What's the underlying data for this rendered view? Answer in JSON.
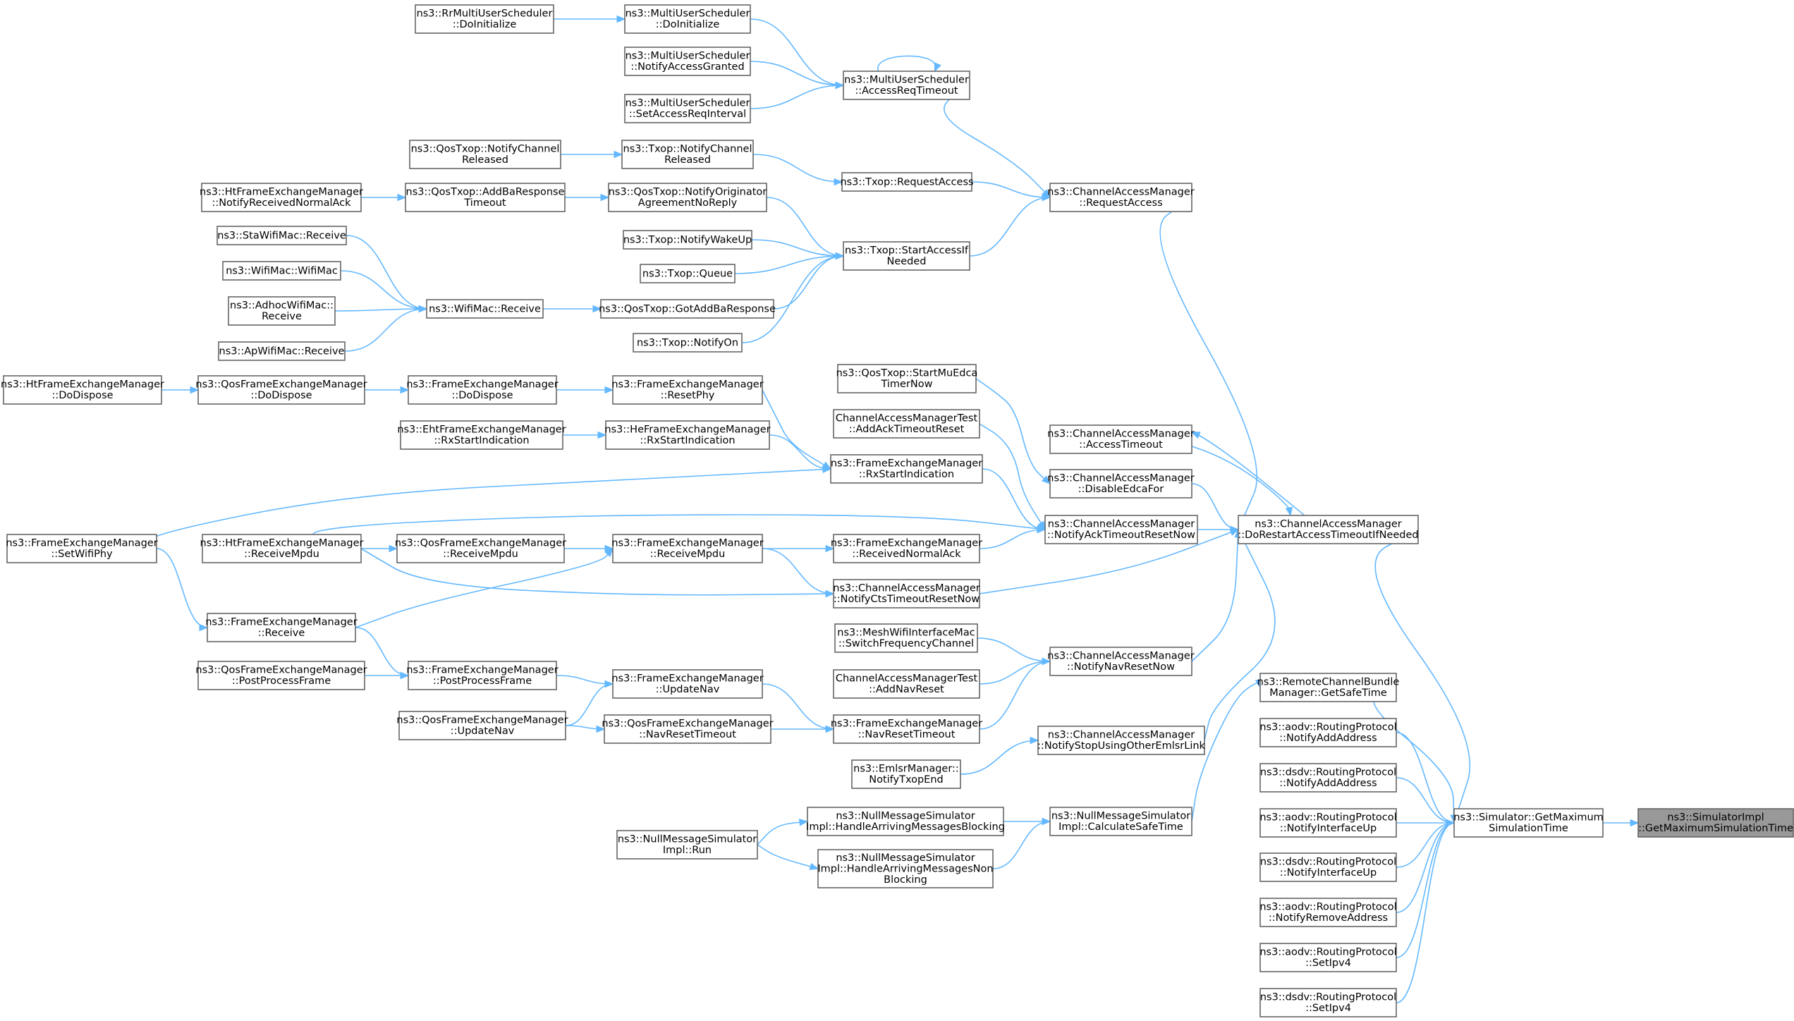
{
  "diagram": {
    "nodes": [
      {
        "id": "root",
        "lines": [
          "ns3::SimulatorImpl",
          "::GetMaximumSimulationTime"
        ],
        "highlighted": true
      },
      {
        "id": "sim_getmax",
        "lines": [
          "ns3::Simulator::GetMaximum",
          "SimulationTime"
        ]
      },
      {
        "id": "remote_safe",
        "lines": [
          "ns3::RemoteChannelBundle",
          "Manager::GetSafeTime"
        ]
      },
      {
        "id": "aodv_addaddr",
        "lines": [
          "ns3::aodv::RoutingProtocol",
          "::NotifyAddAddress"
        ]
      },
      {
        "id": "dsdv_addaddr",
        "lines": [
          "ns3::dsdv::RoutingProtocol",
          "::NotifyAddAddress"
        ]
      },
      {
        "id": "aodv_ifup",
        "lines": [
          "ns3::aodv::RoutingProtocol",
          "::NotifyInterfaceUp"
        ]
      },
      {
        "id": "dsdv_ifup",
        "lines": [
          "ns3::dsdv::RoutingProtocol",
          "::NotifyInterfaceUp"
        ]
      },
      {
        "id": "aodv_rmaddr",
        "lines": [
          "ns3::aodv::RoutingProtocol",
          "::NotifyRemoveAddress"
        ]
      },
      {
        "id": "aodv_setipv4",
        "lines": [
          "ns3::aodv::RoutingProtocol",
          "::SetIpv4"
        ]
      },
      {
        "id": "dsdv_setipv4",
        "lines": [
          "ns3::dsdv::RoutingProtocol",
          "::SetIpv4"
        ]
      },
      {
        "id": "cam_dorestart",
        "lines": [
          "ns3::ChannelAccessManager",
          "::DoRestartAccessTimeoutIfNeeded"
        ]
      },
      {
        "id": "nms_calcsafe",
        "lines": [
          "ns3::NullMessageSimulator",
          "Impl::CalculateSafeTime"
        ]
      },
      {
        "id": "nms_harb",
        "lines": [
          "ns3::NullMessageSimulator",
          "Impl::HandleArrivingMessagesBlocking"
        ]
      },
      {
        "id": "nms_harnb",
        "lines": [
          "ns3::NullMessageSimulator",
          "Impl::HandleArrivingMessagesNon",
          "Blocking"
        ]
      },
      {
        "id": "nms_run",
        "lines": [
          "ns3::NullMessageSimulator",
          "Impl::Run"
        ]
      },
      {
        "id": "cam_reqaccess",
        "lines": [
          "ns3::ChannelAccessManager",
          "::RequestAccess"
        ]
      },
      {
        "id": "cam_acctimeout",
        "lines": [
          "ns3::ChannelAccessManager",
          "::AccessTimeout"
        ]
      },
      {
        "id": "cam_disableedca",
        "lines": [
          "ns3::ChannelAccessManager",
          "::DisableEdcaFor"
        ]
      },
      {
        "id": "cam_ackreset",
        "lines": [
          "ns3::ChannelAccessManager",
          "::NotifyAckTimeoutResetNow"
        ]
      },
      {
        "id": "cam_ctsreset",
        "lines": [
          "ns3::ChannelAccessManager",
          "::NotifyCtsTimeoutResetNow"
        ]
      },
      {
        "id": "cam_navreset",
        "lines": [
          "ns3::ChannelAccessManager",
          "::NotifyNavResetNow"
        ]
      },
      {
        "id": "cam_stopemlsr",
        "lines": [
          "ns3::ChannelAccessManager",
          "::NotifyStopUsingOtherEmlsrLink"
        ]
      },
      {
        "id": "emlsr_txopend",
        "lines": [
          "ns3::EmlsrManager::",
          "NotifyTxopEnd"
        ]
      },
      {
        "id": "mesh_switch",
        "lines": [
          "ns3::MeshWifiInterfaceMac",
          "::SwitchFrequencyChannel"
        ]
      },
      {
        "id": "camtest_addnav",
        "lines": [
          "ChannelAccessManagerTest",
          "::AddNavReset"
        ]
      },
      {
        "id": "fem_navtimeout",
        "lines": [
          "ns3::FrameExchangeManager",
          "::NavResetTimeout"
        ]
      },
      {
        "id": "qfem_navtimeout",
        "lines": [
          "ns3::QosFrameExchangeManager",
          "::NavResetTimeout"
        ]
      },
      {
        "id": "fem_updatenav",
        "lines": [
          "ns3::FrameExchangeManager",
          "::UpdateNav"
        ]
      },
      {
        "id": "qfem_updatenav",
        "lines": [
          "ns3::QosFrameExchangeManager",
          "::UpdateNav"
        ]
      },
      {
        "id": "fem_postproc",
        "lines": [
          "ns3::FrameExchangeManager",
          "::PostProcessFrame"
        ]
      },
      {
        "id": "qfem_postproc",
        "lines": [
          "ns3::QosFrameExchangeManager",
          "::PostProcessFrame"
        ]
      },
      {
        "id": "fem_receive",
        "lines": [
          "ns3::FrameExchangeManager",
          "::Receive"
        ]
      },
      {
        "id": "fem_setwifiphy",
        "lines": [
          "ns3::FrameExchangeManager",
          "::SetWifiPhy"
        ]
      },
      {
        "id": "fem_rxnormalack",
        "lines": [
          "ns3::FrameExchangeManager",
          "::ReceivedNormalAck"
        ]
      },
      {
        "id": "fem_receivempdu",
        "lines": [
          "ns3::FrameExchangeManager",
          "::ReceiveMpdu"
        ]
      },
      {
        "id": "qfem_receivempdu",
        "lines": [
          "ns3::QosFrameExchangeManager",
          "::ReceiveMpdu"
        ]
      },
      {
        "id": "htfem_receivempdu",
        "lines": [
          "ns3::HtFrameExchangeManager",
          "::ReceiveMpdu"
        ]
      },
      {
        "id": "fem_rxstart",
        "lines": [
          "ns3::FrameExchangeManager",
          "::RxStartIndication"
        ]
      },
      {
        "id": "hefem_rxstart",
        "lines": [
          "ns3::HeFrameExchangeManager",
          "::RxStartIndication"
        ]
      },
      {
        "id": "ehtfem_rxstart",
        "lines": [
          "ns3::EhtFrameExchangeManager",
          "::RxStartIndication"
        ]
      },
      {
        "id": "fem_resetphy",
        "lines": [
          "ns3::FrameExchangeManager",
          "::ResetPhy"
        ]
      },
      {
        "id": "fem_dodispose",
        "lines": [
          "ns3::FrameExchangeManager",
          "::DoDispose"
        ]
      },
      {
        "id": "qfem_dodispose",
        "lines": [
          "ns3::QosFrameExchangeManager",
          "::DoDispose"
        ]
      },
      {
        "id": "htfem_dodispose",
        "lines": [
          "ns3::HtFrameExchangeManager",
          "::DoDispose"
        ]
      },
      {
        "id": "camtest_addack",
        "lines": [
          "ChannelAccessManagerTest",
          "::AddAckTimeoutReset"
        ]
      },
      {
        "id": "qos_startmuedca",
        "lines": [
          "ns3::QosTxop::StartMuEdca",
          "TimerNow"
        ]
      },
      {
        "id": "txop_startaccess",
        "lines": [
          "ns3::Txop::StartAccessIf",
          "Needed"
        ]
      },
      {
        "id": "txop_reqaccess",
        "lines": [
          "ns3::Txop::RequestAccess"
        ]
      },
      {
        "id": "txop_notifychrel",
        "lines": [
          "ns3::Txop::NotifyChannel",
          "Released"
        ]
      },
      {
        "id": "qos_notifychrel",
        "lines": [
          "ns3::QosTxop::NotifyChannel",
          "Released"
        ]
      },
      {
        "id": "mus_accreqtimeout",
        "lines": [
          "ns3::MultiUserScheduler",
          "::AccessReqTimeout"
        ]
      },
      {
        "id": "mus_doinit",
        "lines": [
          "ns3::MultiUserScheduler",
          "::DoInitialize"
        ]
      },
      {
        "id": "rrmus_doinit",
        "lines": [
          "ns3::RrMultiUserScheduler",
          "::DoInitialize"
        ]
      },
      {
        "id": "mus_notifyaccgr",
        "lines": [
          "ns3::MultiUserScheduler",
          "::NotifyAccessGranted"
        ]
      },
      {
        "id": "mus_setaccint",
        "lines": [
          "ns3::MultiUserScheduler",
          "::SetAccessReqInterval"
        ]
      },
      {
        "id": "qos_notifyorig",
        "lines": [
          "ns3::QosTxop::NotifyOriginator",
          "AgreementNoReply"
        ]
      },
      {
        "id": "txop_wakeup",
        "lines": [
          "ns3::Txop::NotifyWakeUp"
        ]
      },
      {
        "id": "txop_queue",
        "lines": [
          "ns3::Txop::Queue"
        ]
      },
      {
        "id": "qos_gotaddba",
        "lines": [
          "ns3::QosTxop::GotAddBaResponse"
        ]
      },
      {
        "id": "txop_notifyon",
        "lines": [
          "ns3::Txop::NotifyOn"
        ]
      },
      {
        "id": "qos_addbatimeout",
        "lines": [
          "ns3::QosTxop::AddBaResponse",
          "Timeout"
        ]
      },
      {
        "id": "htfem_rxnormalack",
        "lines": [
          "ns3::HtFrameExchangeManager",
          "::NotifyReceivedNormalAck"
        ]
      },
      {
        "id": "wifimac_receive",
        "lines": [
          "ns3::WifiMac::Receive"
        ]
      },
      {
        "id": "sta_receive",
        "lines": [
          "ns3::StaWifiMac::Receive"
        ]
      },
      {
        "id": "wifimac_wifimac",
        "lines": [
          "ns3::WifiMac::WifiMac"
        ]
      },
      {
        "id": "adhoc_receive",
        "lines": [
          "ns3::AdhocWifiMac::",
          "Receive"
        ]
      },
      {
        "id": "ap_receive",
        "lines": [
          "ns3::ApWifiMac::Receive"
        ]
      }
    ],
    "edges": [
      [
        "sim_getmax",
        "root"
      ],
      [
        "remote_safe",
        "sim_getmax"
      ],
      [
        "aodv_addaddr",
        "sim_getmax"
      ],
      [
        "dsdv_addaddr",
        "sim_getmax"
      ],
      [
        "aodv_ifup",
        "sim_getmax"
      ],
      [
        "dsdv_ifup",
        "sim_getmax"
      ],
      [
        "aodv_rmaddr",
        "sim_getmax"
      ],
      [
        "aodv_setipv4",
        "sim_getmax"
      ],
      [
        "dsdv_setipv4",
        "sim_getmax"
      ],
      [
        "cam_dorestart",
        "sim_getmax"
      ],
      [
        "nms_calcsafe",
        "remote_safe"
      ],
      [
        "nms_harb",
        "nms_calcsafe"
      ],
      [
        "nms_harnb",
        "nms_calcsafe"
      ],
      [
        "nms_run",
        "nms_harb"
      ],
      [
        "nms_run",
        "nms_harnb"
      ],
      [
        "cam_reqaccess",
        "cam_dorestart"
      ],
      [
        "cam_acctimeout",
        "cam_dorestart"
      ],
      [
        "cam_dorestart",
        "cam_acctimeout"
      ],
      [
        "cam_disableedca",
        "cam_dorestart"
      ],
      [
        "cam_ackreset",
        "cam_dorestart"
      ],
      [
        "cam_ctsreset",
        "cam_dorestart"
      ],
      [
        "cam_navreset",
        "cam_dorestart"
      ],
      [
        "cam_stopemlsr",
        "cam_dorestart"
      ],
      [
        "emlsr_txopend",
        "cam_stopemlsr"
      ],
      [
        "mesh_switch",
        "cam_navreset"
      ],
      [
        "camtest_addnav",
        "cam_navreset"
      ],
      [
        "fem_navtimeout",
        "cam_navreset"
      ],
      [
        "qfem_navtimeout",
        "fem_navtimeout"
      ],
      [
        "fem_updatenav",
        "fem_navtimeout"
      ],
      [
        "qfem_updatenav",
        "qfem_navtimeout"
      ],
      [
        "qfem_updatenav",
        "fem_updatenav"
      ],
      [
        "fem_postproc",
        "fem_updatenav"
      ],
      [
        "qfem_postproc",
        "fem_postproc"
      ],
      [
        "fem_receive",
        "fem_postproc"
      ],
      [
        "fem_setwifiphy",
        "fem_receive"
      ],
      [
        "fem_rxnormalack",
        "cam_ackreset"
      ],
      [
        "fem_receivempdu",
        "fem_rxnormalack"
      ],
      [
        "fem_receivempdu",
        "cam_ctsreset"
      ],
      [
        "qfem_receivempdu",
        "fem_receivempdu"
      ],
      [
        "htfem_receivempdu",
        "qfem_receivempdu"
      ],
      [
        "htfem_receivempdu",
        "cam_ackreset"
      ],
      [
        "htfem_receivempdu",
        "cam_ctsreset"
      ],
      [
        "fem_receive",
        "fem_receivempdu"
      ],
      [
        "fem_rxstart",
        "cam_ackreset"
      ],
      [
        "fem_setwifiphy",
        "fem_rxstart"
      ],
      [
        "hefem_rxstart",
        "fem_rxstart"
      ],
      [
        "ehtfem_rxstart",
        "hefem_rxstart"
      ],
      [
        "fem_resetphy",
        "fem_rxstart"
      ],
      [
        "fem_dodispose",
        "fem_resetphy"
      ],
      [
        "qfem_dodispose",
        "fem_dodispose"
      ],
      [
        "htfem_dodispose",
        "qfem_dodispose"
      ],
      [
        "camtest_addack",
        "cam_ackreset"
      ],
      [
        "qos_startmuedca",
        "cam_disableedca"
      ],
      [
        "txop_startaccess",
        "cam_reqaccess"
      ],
      [
        "txop_reqaccess",
        "cam_reqaccess"
      ],
      [
        "mus_accreqtimeout",
        "cam_reqaccess"
      ],
      [
        "txop_notifychrel",
        "txop_reqaccess"
      ],
      [
        "qos_notifychrel",
        "txop_notifychrel"
      ],
      [
        "mus_doinit",
        "mus_accreqtimeout"
      ],
      [
        "rrmus_doinit",
        "mus_doinit"
      ],
      [
        "mus_notifyaccgr",
        "mus_accreqtimeout"
      ],
      [
        "mus_setaccint",
        "mus_accreqtimeout"
      ],
      [
        "mus_accreqtimeout",
        "mus_accreqtimeout"
      ],
      [
        "qos_notifyorig",
        "txop_startaccess"
      ],
      [
        "txop_wakeup",
        "txop_startaccess"
      ],
      [
        "txop_queue",
        "txop_startaccess"
      ],
      [
        "qos_gotaddba",
        "txop_startaccess"
      ],
      [
        "txop_notifyon",
        "txop_startaccess"
      ],
      [
        "qos_addbatimeout",
        "qos_notifyorig"
      ],
      [
        "htfem_rxnormalack",
        "qos_addbatimeout"
      ],
      [
        "wifimac_receive",
        "qos_gotaddba"
      ],
      [
        "sta_receive",
        "wifimac_receive"
      ],
      [
        "wifimac_wifimac",
        "wifimac_receive"
      ],
      [
        "adhoc_receive",
        "wifimac_receive"
      ],
      [
        "ap_receive",
        "wifimac_receive"
      ]
    ],
    "colors": {
      "edge": "#63b8ff",
      "node_border": "#666666",
      "node_fill": "#ffffff",
      "root_fill": "#999999",
      "text": "#000000"
    }
  }
}
